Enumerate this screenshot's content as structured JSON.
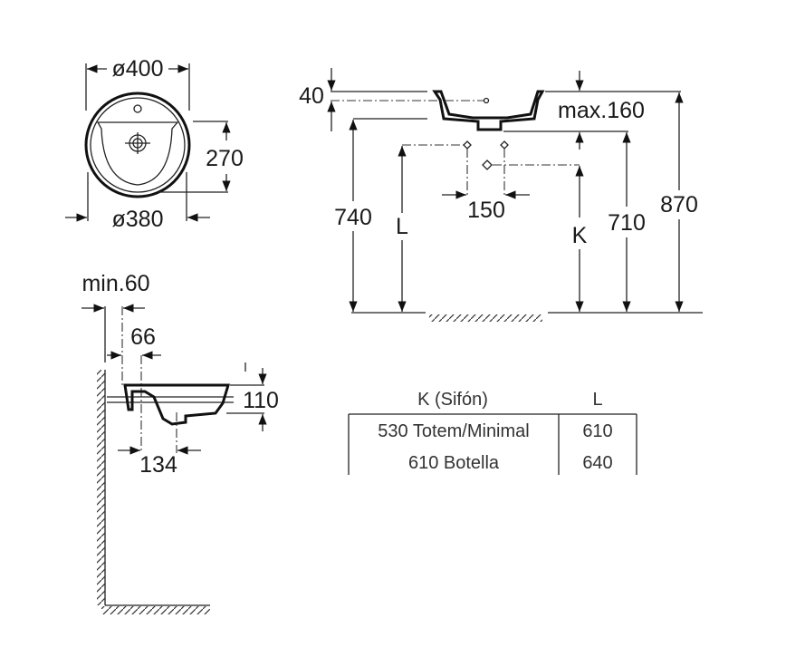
{
  "top_view": {
    "outer_diameter": "ø400",
    "inner_diameter": "ø380",
    "depth": "270"
  },
  "front_view": {
    "rim": "40",
    "max_height": "max.160",
    "tap_spacing": "150",
    "height_740": "740",
    "height_710": "710",
    "height_870": "870",
    "label_L": "L",
    "label_K": "K"
  },
  "side_view": {
    "min_wall": "min.60",
    "offset_66": "66",
    "height_110": "110",
    "offset_134": "134"
  },
  "table": {
    "headers": [
      "K (Sifón)",
      "L"
    ],
    "rows": [
      {
        "k": "530 Totem/Minimal",
        "l": "610"
      },
      {
        "k": "610 Botella",
        "l": "640"
      }
    ]
  }
}
